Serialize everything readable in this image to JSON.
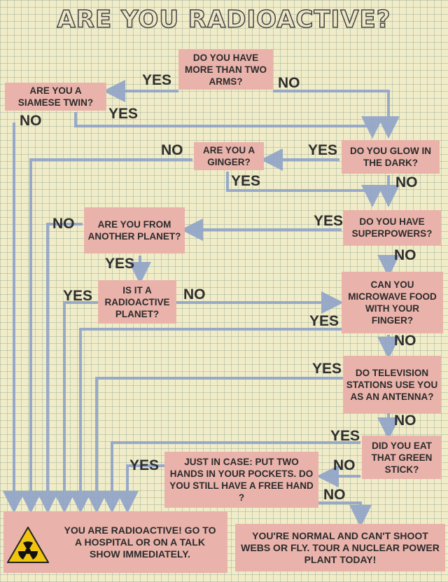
{
  "title": "Are you radioactive?",
  "questions": {
    "more_arms": "DO YOU HAVE MORE THAN TWO ARMS?",
    "siamese": "ARE YOU A SIAMESE TWIN?",
    "glow": "DO YOU GLOW IN THE DARK?",
    "ginger": "ARE YOU A GINGER?",
    "superpowers": "DO YOU HAVE SUPERPOWERS?",
    "other_planet": "ARE YOU FROM ANOTHER PLANET?",
    "radioactive_planet": "IS IT A RADIOACTIVE PLANET?",
    "microwave": "CAN YOU MICROWAVE FOOD WITH YOUR FINGER?",
    "antenna": "DO TELEVISION STATIONS USE YOU AS AN ANTENNA?",
    "green_stick": "DID YOU EAT THAT GREEN STICK?",
    "hands": "JUST IN CASE: PUT TWO HANDS IN YOUR POCKETS. DO YOU STILL HAVE A FREE HAND ?"
  },
  "outcomes": {
    "radioactive": "YOU ARE RADIOACTIVE! GO TO A HOSPITAL OR ON A TALK SHOW IMMEDIATELY.",
    "normal": "YOU'RE NORMAL AND CAN'T SHOOT WEBS OR FLY. TOUR A NUCLEAR POWER PLANT TODAY!"
  },
  "answers": {
    "yes": "YES",
    "no": "NO"
  },
  "colors": {
    "box": "#e9b3ab",
    "arrow": "#8fa3c9",
    "background": "#f1ecc8",
    "hazard": "#f1c40f"
  },
  "icons": [
    "radiation-hazard-icon"
  ]
}
